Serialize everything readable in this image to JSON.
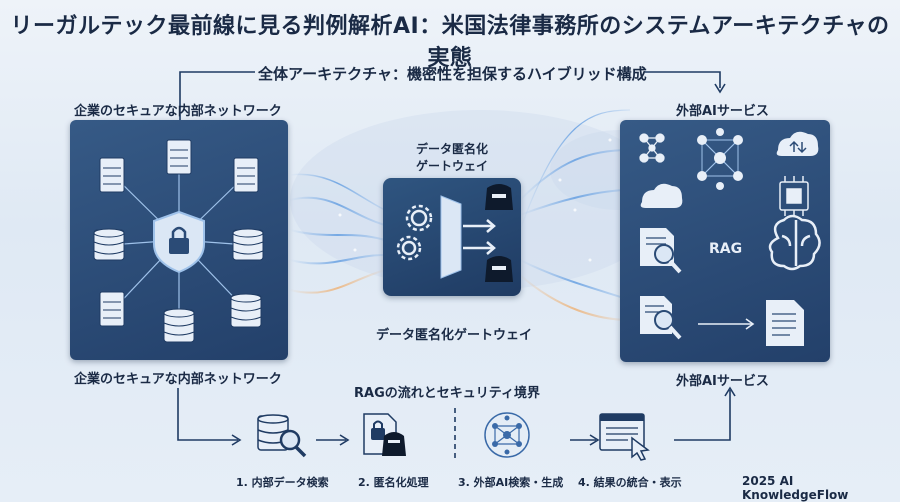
{
  "title": "リーガルテック最前線に見る判例解析AI：米国法律事務所のシステムアーキテクチャの実態",
  "architecture_title": "全体アーキテクチャ：機密性を担保するハイブリッド構成",
  "internal_network": {
    "label_top": "企業のセキュアな内部ネットワーク",
    "label_bottom": "企業のセキュアな内部ネットワーク"
  },
  "gateway": {
    "label_top_line1": "データ匿名化",
    "label_top_line2": "ゲートウェイ",
    "label_bottom": "データ匿名化ゲートウェイ"
  },
  "external": {
    "label_top": "外部AIサービス",
    "label_bottom": "外部AIサービス",
    "rag_label": "RAG"
  },
  "flow": {
    "title": "RAGの流れとセキュリティ境界",
    "steps": [
      {
        "label": "1. 内部データ検索",
        "icon": "database-search-icon"
      },
      {
        "label": "2. 匿名化処理",
        "icon": "anonymize-icon"
      },
      {
        "label": "3. 外部AI検索・生成",
        "icon": "brain-network-icon"
      },
      {
        "label": "4. 結果の統合・表示",
        "icon": "browser-click-icon"
      }
    ]
  },
  "footer": "2025 AI KnowledgeFlow",
  "colors": {
    "panel": "#2b4b76",
    "accent_light": "#9fc2ea",
    "text": "#1a2a45"
  }
}
